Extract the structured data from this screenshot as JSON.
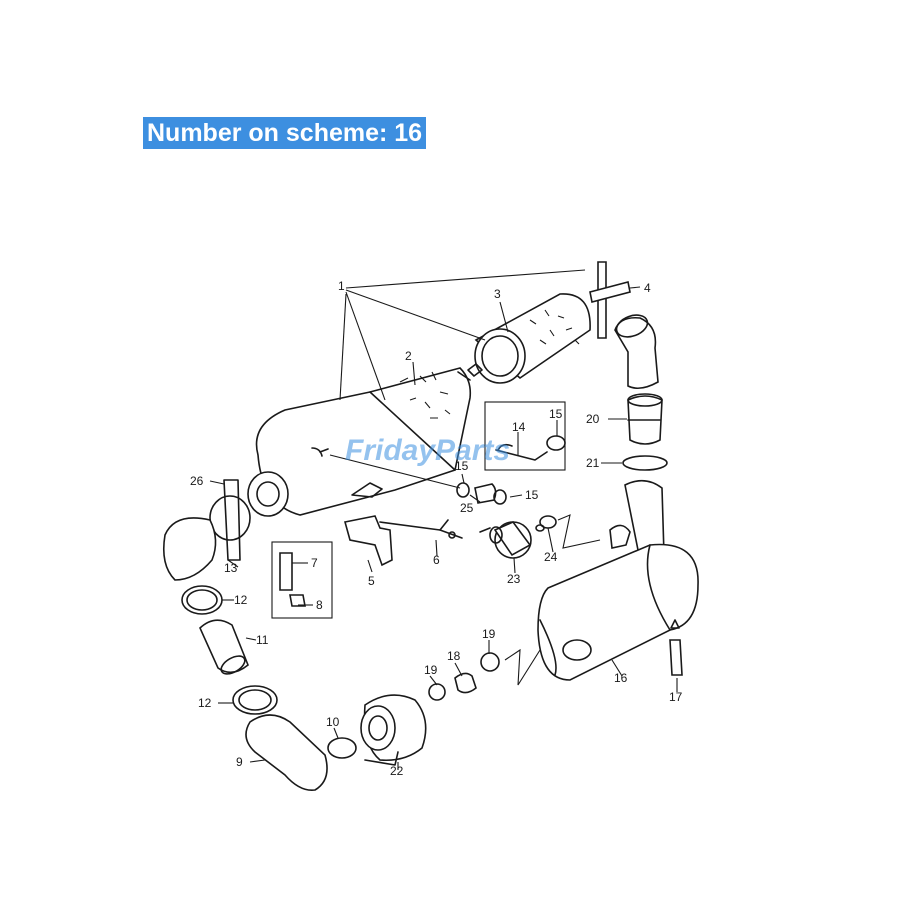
{
  "banner": {
    "text": "Number on scheme: 16"
  },
  "watermark": {
    "text": "FridayParts",
    "color": "#3d8fe0"
  },
  "labels": {
    "l1": "1",
    "l2": "2",
    "l3": "3",
    "l4": "4",
    "l5": "5",
    "l6": "6",
    "l7": "7",
    "l8": "8",
    "l9": "9",
    "l10": "10",
    "l11": "11",
    "l12a": "12",
    "l12b": "12",
    "l13": "13",
    "l14": "14",
    "l15a": "15",
    "l15b": "15",
    "l15c": "15",
    "l16": "16",
    "l17": "17",
    "l18": "18",
    "l19a": "19",
    "l19b": "19",
    "l20": "20",
    "l21": "21",
    "l22": "22",
    "l23": "23",
    "l24": "24",
    "l25": "25",
    "l26": "26"
  },
  "colors": {
    "banner_bg": "#3d8fe0",
    "banner_text": "#ffffff",
    "line": "#1a1a1a"
  }
}
